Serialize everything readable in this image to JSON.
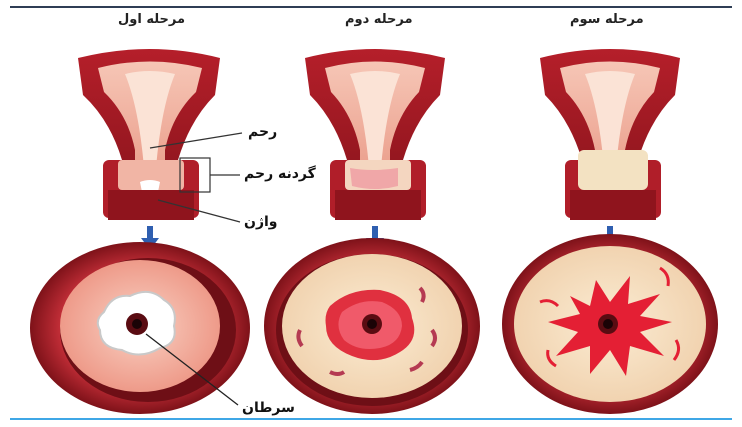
{
  "stages": [
    {
      "title": "مرحله اول"
    },
    {
      "title": "مرحله دوم"
    },
    {
      "title": "مرحله سوم"
    }
  ],
  "labels": {
    "uterus": "رحم",
    "cervix": "گردنه رحم",
    "vagina": "واژن",
    "cancer": "سرطان"
  },
  "colors": {
    "outer_dark": "#9b1a22",
    "outer_mid": "#c0282f",
    "tissue_pink": "#f4b7a6",
    "tissue_cream": "#f6e3c4",
    "tumor_red": "#e0203a",
    "arrow_blue": "#2f5fb0"
  }
}
